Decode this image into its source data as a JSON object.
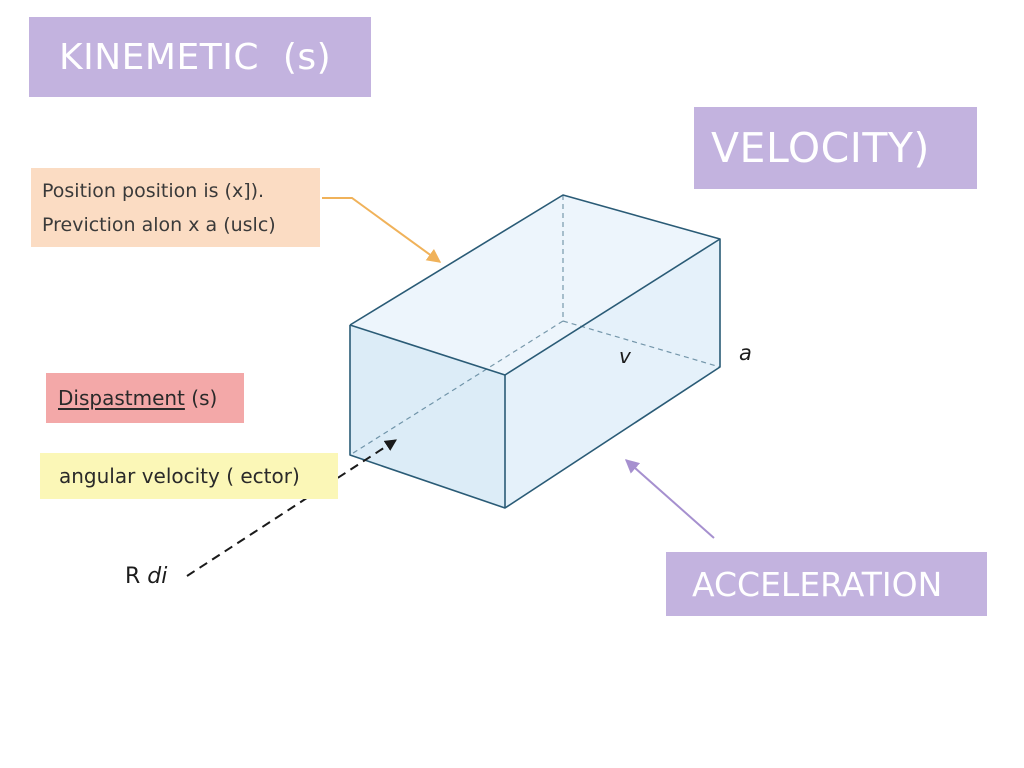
{
  "colors": {
    "lavender": "#c3b3df",
    "peach": "#fbdcc3",
    "pink": "#f3a8a8",
    "yellow": "#fbf7b7",
    "prism_edge": "#2a5b76",
    "prism_face_front": "#dcecf7",
    "prism_face_right": "#e5f1fa",
    "prism_face_top": "#edf5fc",
    "orange_arrow": "#f0b25a",
    "purple_arrow": "#a690cf",
    "dashed_arrow": "#1a1a1a"
  },
  "labels": {
    "title": "KINEMETIC  (s)",
    "velocity": "VELOCITY)",
    "acceleration": "ACCELERATION",
    "position_line1": "Position position is (x]).",
    "position_line2": "Previction alon x a (uslc)",
    "displacement_word": "Dispastment",
    "displacement_symbol": " (s)",
    "angular_velocity": "angular velocity ( ector)",
    "v": "v",
    "a": "a",
    "r_letter": "R ",
    "r_di": "di"
  }
}
